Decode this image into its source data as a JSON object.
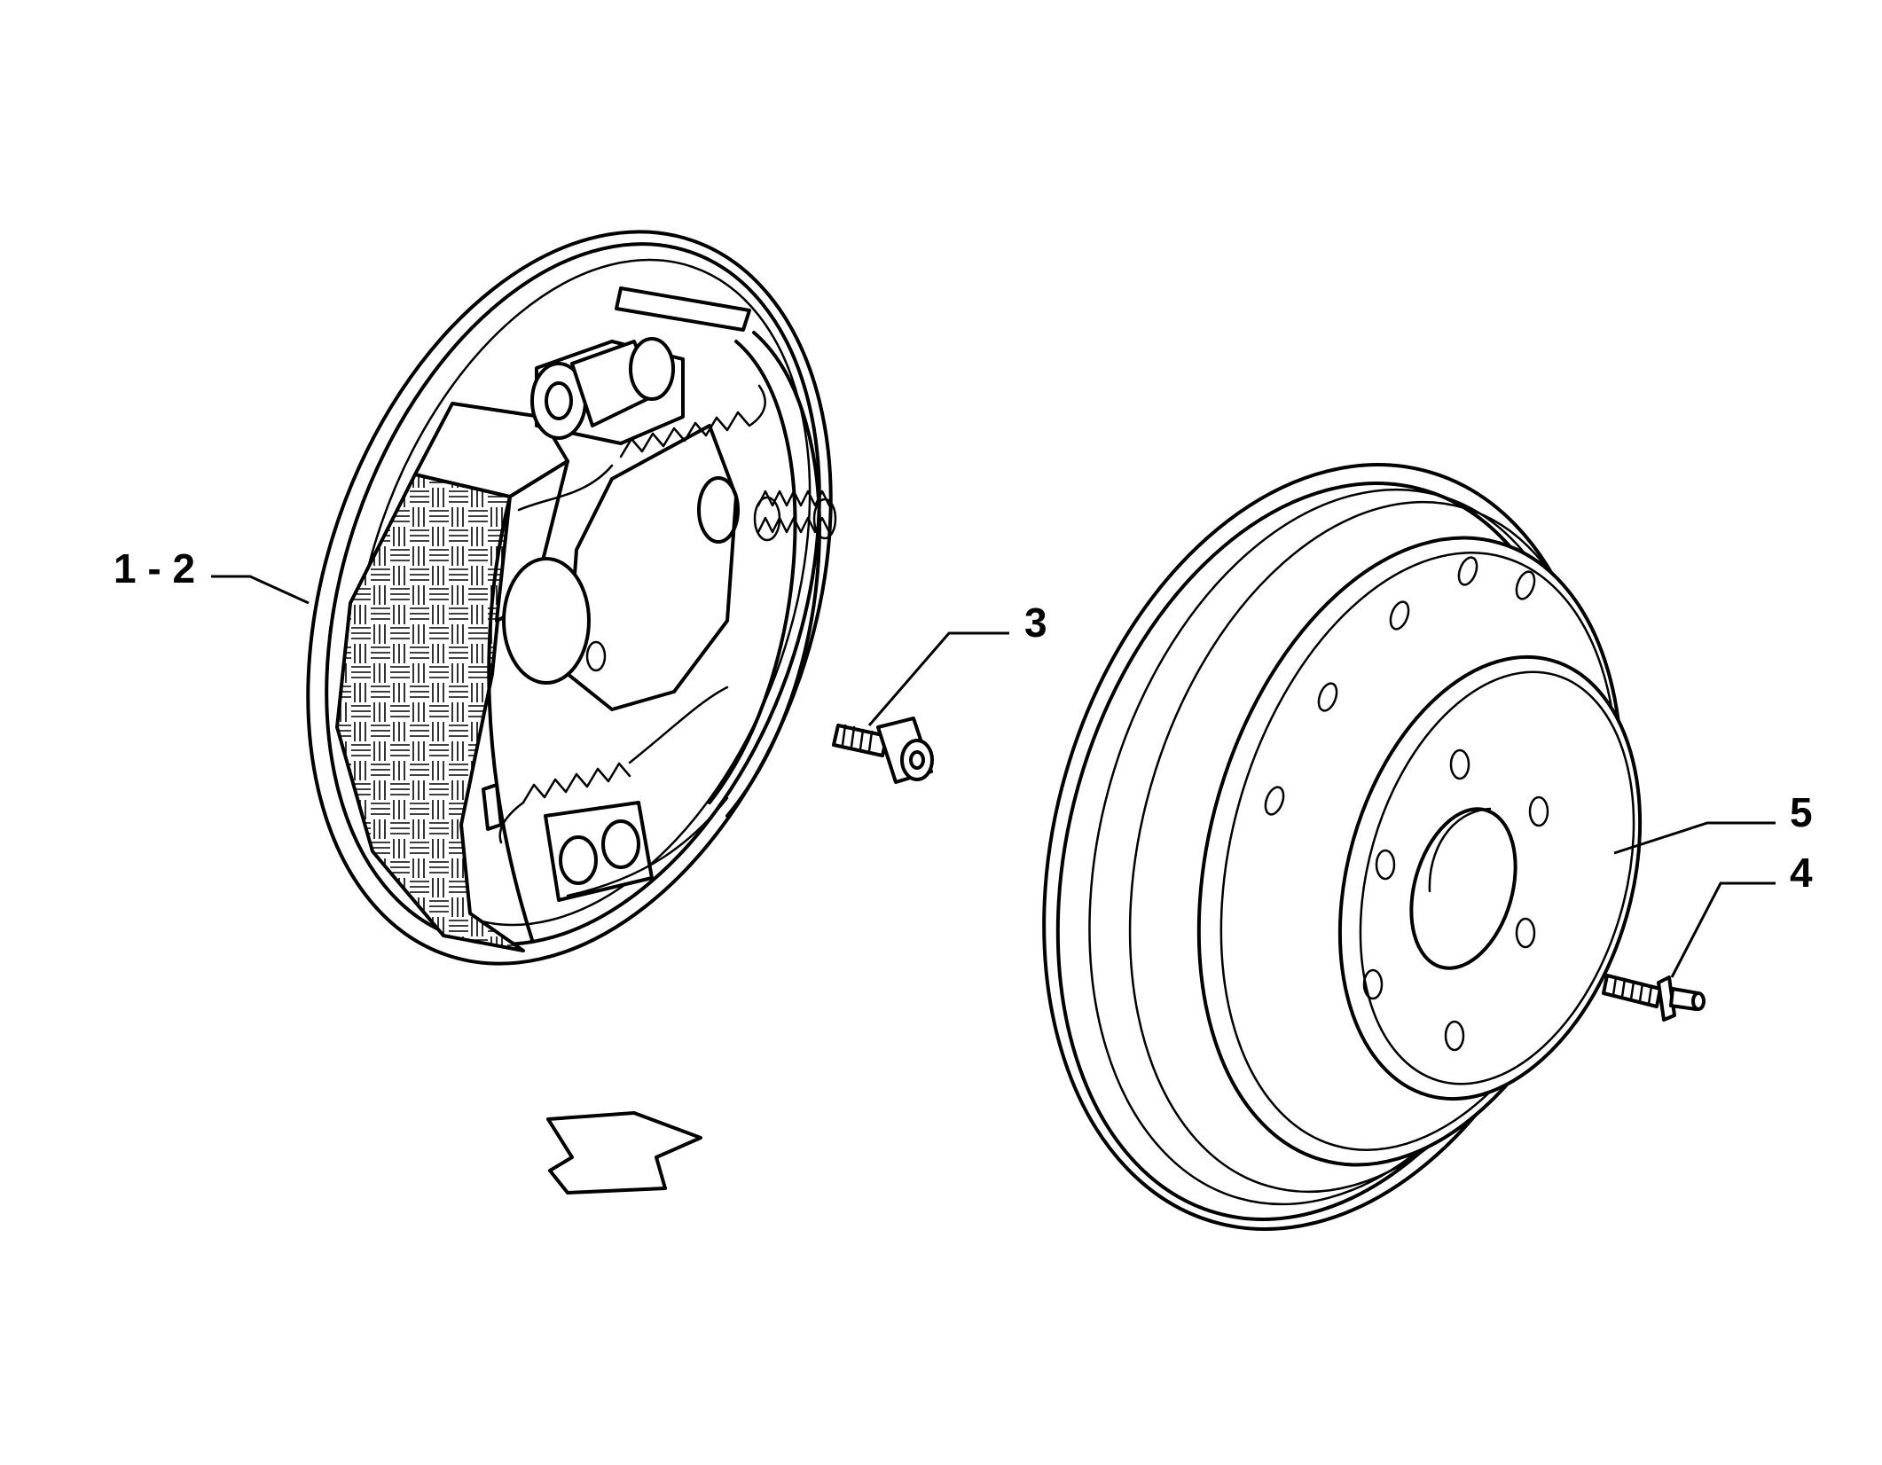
{
  "callouts": {
    "c12": "1 - 2",
    "c3": "3",
    "c4": "4",
    "c5": "5"
  },
  "colors": {
    "ink": "#000000",
    "background": "#ffffff"
  }
}
